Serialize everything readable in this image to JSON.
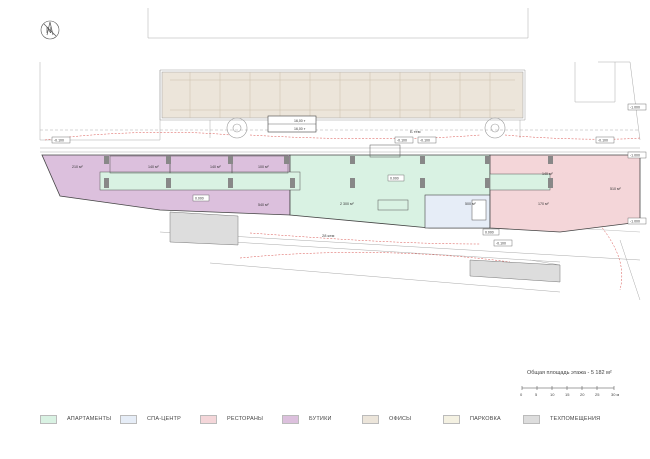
{
  "plan": {
    "street_labels": [
      "Б тем",
      "28 кем"
    ],
    "levels": {
      "left": "-0.100",
      "top_mid1": "-0.100",
      "top_mid2": "-0.100",
      "top_right": "-0.100",
      "right_top": "-1.000",
      "right_bottom": "-1.000",
      "center": "0.000",
      "center2": "0.000",
      "bottom_mid": "-0.100",
      "bottom_right": "0.000",
      "right_mid": "-1.000"
    },
    "rooms": {
      "r1": "140 м²",
      "r2": "140 м²",
      "r3": "100 м²",
      "r4": "140 м²",
      "r5": "210 м²",
      "r6": "540 м²",
      "r7": "2 300 м²",
      "r8": "500 м²",
      "r9": "170 м²",
      "r10": "510 м²"
    },
    "top_table": [
      "16,00 т",
      "16,00 т"
    ]
  },
  "total_area": "Общая площадь этажа - 5 182 м²",
  "scale": {
    "ticks": [
      "0",
      "5",
      "10",
      "15",
      "20",
      "25",
      "30 м"
    ]
  },
  "legend": [
    {
      "label": "АПАРТАМЕНТЫ",
      "color": "#d9f2e3"
    },
    {
      "label": "СПА-ЦЕНТР",
      "color": "#e6edf7"
    },
    {
      "label": "РЕСТОРАНЫ",
      "color": "#f4d6d9"
    },
    {
      "label": "БУТИКИ",
      "color": "#dcc0dd"
    },
    {
      "label": "ОФИСЫ",
      "color": "#ece5da"
    },
    {
      "label": "ПАРКОВКА",
      "color": "#f4f1e2"
    },
    {
      "label": "ТЕХПОМЕЩЕНИЯ",
      "color": "#dddddd"
    }
  ]
}
